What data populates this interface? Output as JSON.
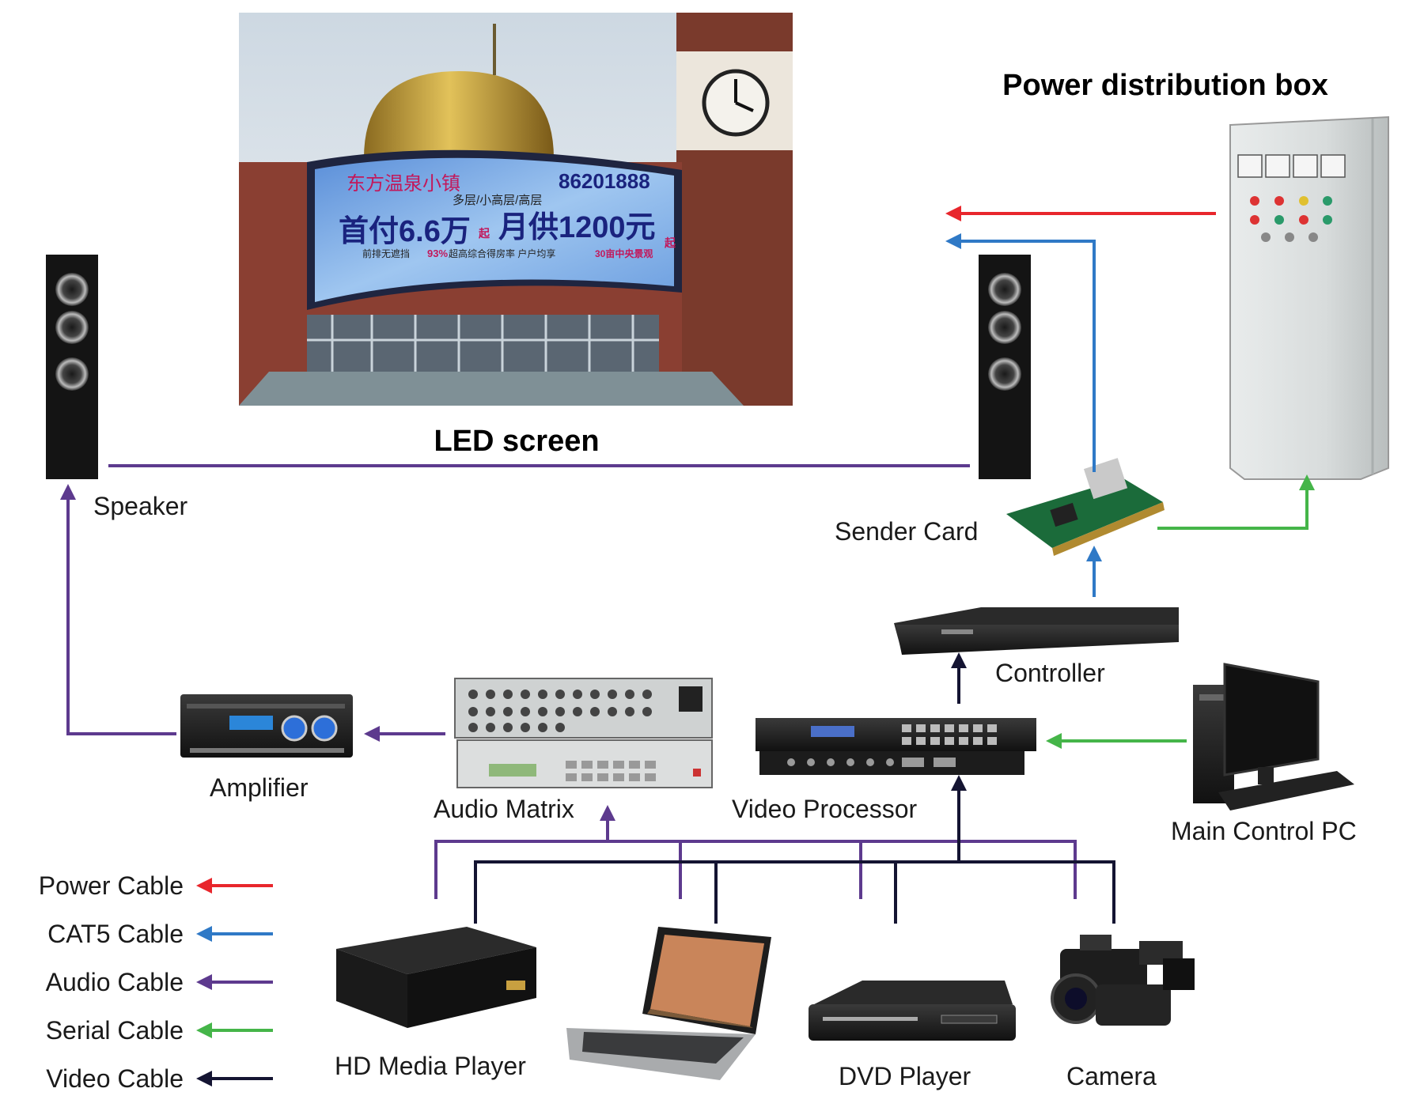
{
  "labels": {
    "led_screen": "LED screen",
    "power_box": "Power distribution box",
    "speaker": "Speaker",
    "sender_card": "Sender Card",
    "controller": "Controller",
    "amplifier": "Amplifier",
    "audio_matrix": "Audio Matrix",
    "video_processor": "Video Processor",
    "main_pc": "Main Control PC",
    "hd_media_player": "HD Media Player",
    "dvd_player": "DVD Player",
    "camera": "Camera"
  },
  "billboard": {
    "brand": "东方温泉小镇",
    "phone": "86201888",
    "sub": "多层/小高层/高层",
    "offer_a": "首付6.6万",
    "offer_b": "月供1200元",
    "tag_a": "起",
    "tag_b": "起",
    "line3a": "前排无遮挡",
    "line3b": "93%",
    "line3c": "超高综合得房率  户户均享",
    "line3d": "30亩中央景观"
  },
  "legend": [
    {
      "label": "Power Cable",
      "color": "#e8262c"
    },
    {
      "label": "CAT5 Cable",
      "color": "#2f79c6"
    },
    {
      "label": "Audio Cable",
      "color": "#5d3a8e"
    },
    {
      "label": "Serial Cable",
      "color": "#45b549"
    },
    {
      "label": "Video Cable",
      "color": "#141432"
    }
  ],
  "colors": {
    "power": "#e8262c",
    "cat5": "#2f79c6",
    "audio": "#5d3a8e",
    "serial": "#45b549",
    "video": "#141432"
  }
}
